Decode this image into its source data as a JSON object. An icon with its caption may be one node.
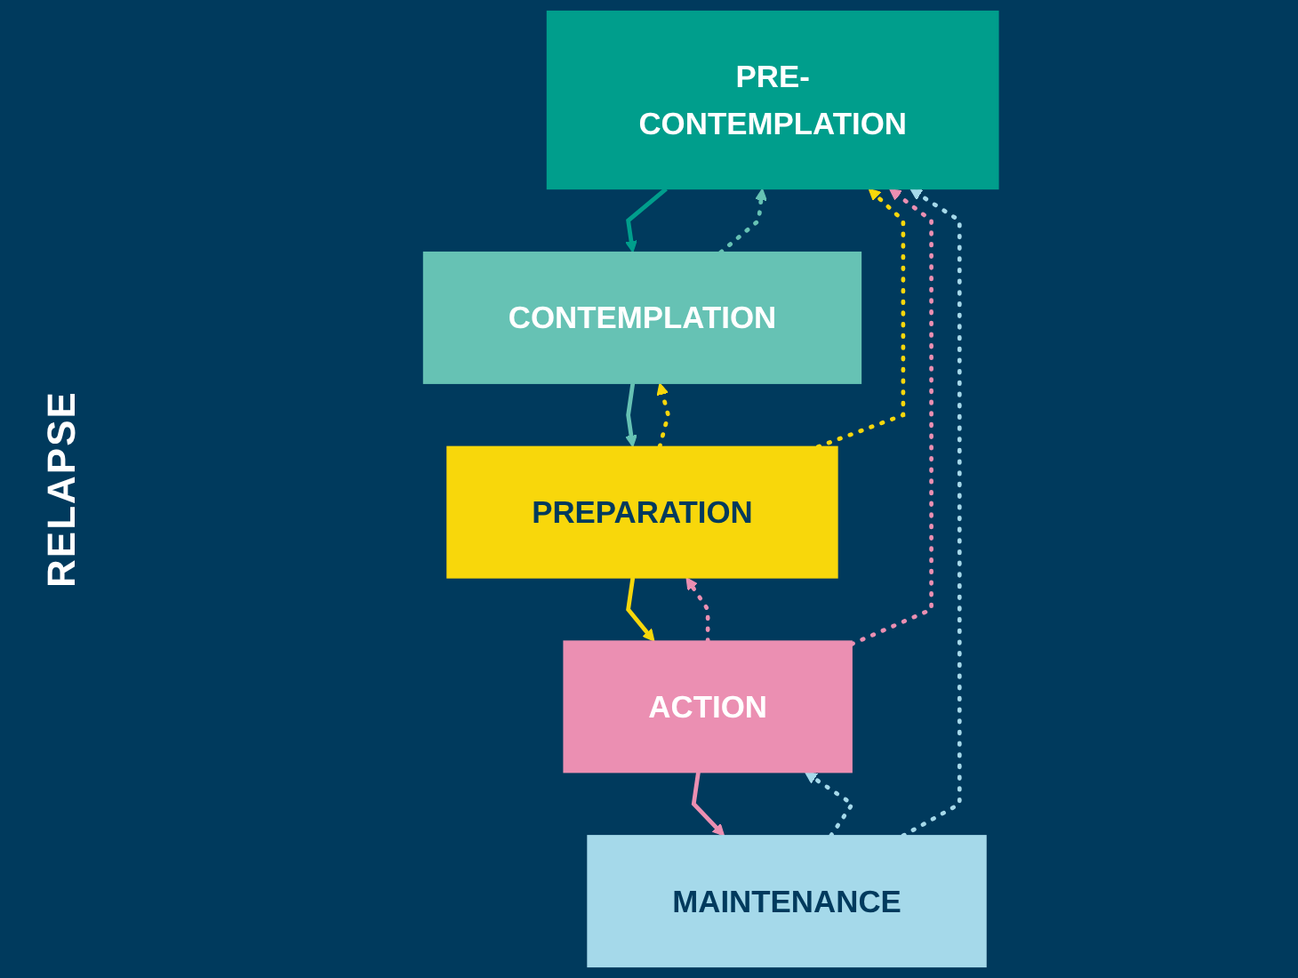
{
  "diagram": {
    "nodes": [
      {
        "text": [
          "PRE-CONTEMPLATION"
        ]
      },
      {
        "text": [
          "CONTEMPLATION"
        ]
      },
      {
        "text": [
          "PREPARATION"
        ]
      },
      {
        "text": [
          "ACTION"
        ]
      },
      {
        "text": [
          "MAINTENANCE"
        ]
      }
    ],
    "edges": [
      {
        "from": 0,
        "to": 1,
        "arrow": "to",
        "color": "#009e8c"
      },
      {
        "from": 1,
        "to": 2,
        "arrow": "to",
        "color": "#66c2b4"
      },
      {
        "from": 2,
        "to": 3,
        "arrow": "to",
        "color": "#f8d70b"
      },
      {
        "from": 3,
        "to": 4,
        "arrow": "to",
        "color": "#eb8fb2"
      },
      {
        "from": 1,
        "to": 0,
        "arrow": "to",
        "style": "dashed",
        "color": "#66c2b4"
      },
      {
        "from": 2,
        "to": 1,
        "arrow": "to",
        "style": "dashed",
        "color": "#f8d70b"
      },
      {
        "from": 2,
        "to": 0,
        "arrow": "to",
        "style": "dashed",
        "color": "#f8d70b"
      },
      {
        "from": 3,
        "to": 2,
        "arrow": "to",
        "style": "dashed",
        "color": "#eb8fb2"
      },
      {
        "from": 3,
        "to": 0,
        "arrow": "to",
        "style": "dashed",
        "color": "#eb8fb2"
      },
      {
        "from": 4,
        "to": 3,
        "arrow": "to",
        "style": "dashed",
        "color": "#a5d9ea"
      },
      {
        "from": 4,
        "to": 0,
        "arrow": "to",
        "style": "dashed",
        "color": "#a5d9ea"
      }
    ],
    "labels": [
      "RELAPSE"
    ]
  }
}
